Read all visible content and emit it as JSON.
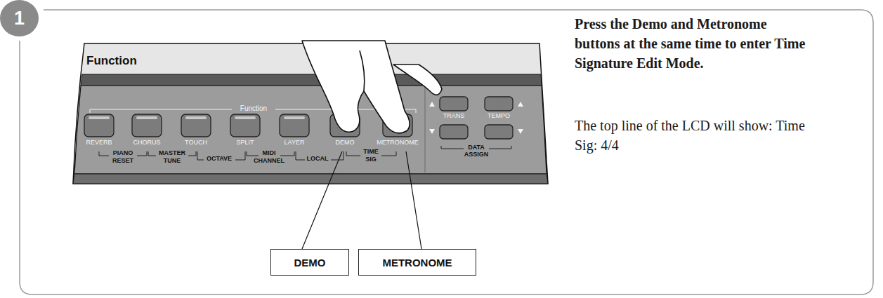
{
  "diagram": {
    "nodes": [
      {
        "text": [
          "1"
        ]
      },
      {
        "text": [
          "DEMO"
        ]
      },
      {
        "text": [
          "METRONOME"
        ]
      }
    ],
    "labels": [
      "Function",
      "Function",
      "REVERB",
      "CHORUS",
      "TOUCH",
      "SPLIT",
      "LAYER",
      "DEMO",
      "METRONOME",
      "PIANO",
      "RESET",
      "MASTER",
      "TUNE",
      "OCTAVE",
      "MIDI",
      "CHANNEL",
      "LOCAL",
      "TIME",
      "SIG",
      "TRANS",
      "TEMPO",
      "DATA",
      "ASSIGN",
      "Press the Demo and Metronome buttons at the same time to enter Time Signature Edit Mode.",
      "The top line of the LCD will show: Time Sig: 4/4"
    ]
  }
}
